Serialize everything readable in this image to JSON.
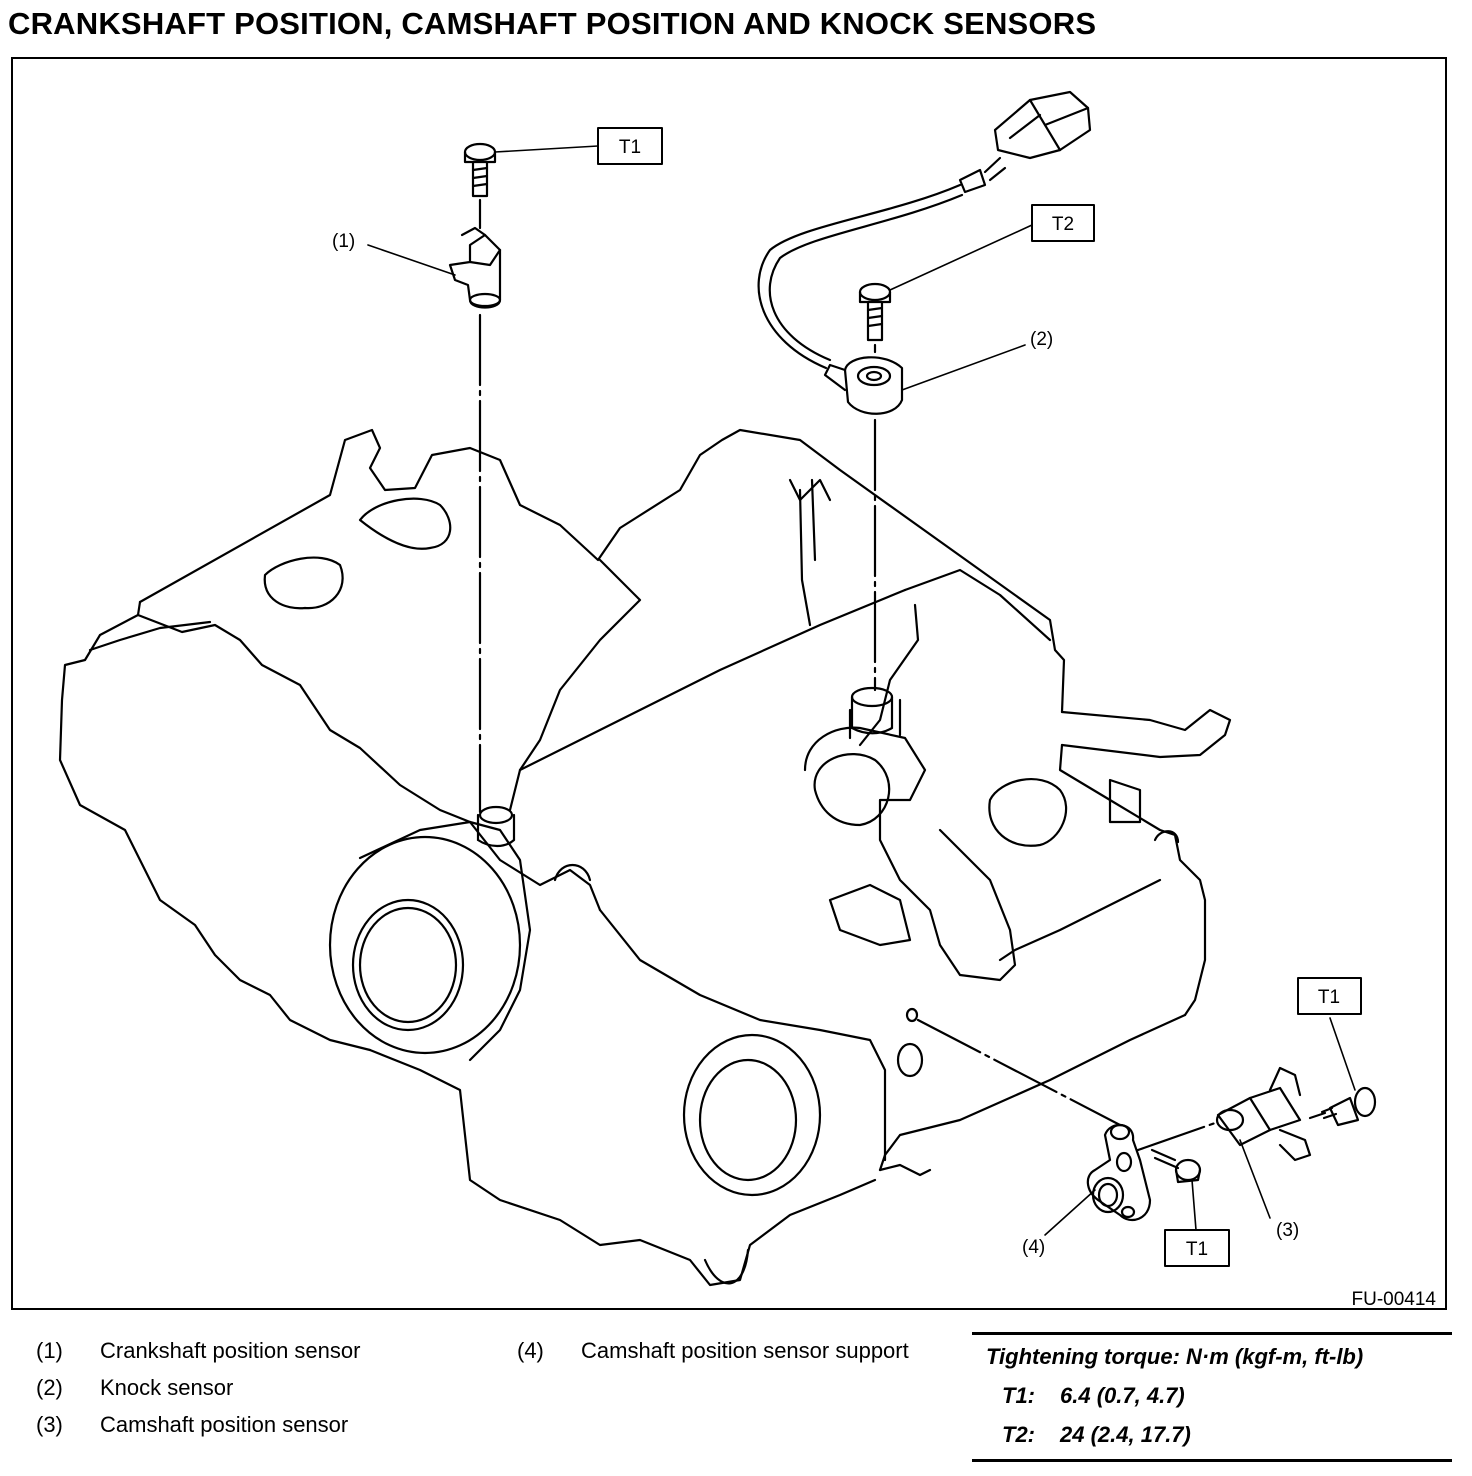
{
  "title": "CRANKSHAFT POSITION, CAMSHAFT POSITION AND KNOCK SENSORS",
  "figure_id": "FU-00414",
  "callouts": {
    "c1": "(1)",
    "c2": "(2)",
    "c3": "(3)",
    "c4": "(4)",
    "t1_top": "T1",
    "t2_top": "T2",
    "t1_right": "T1",
    "t1_bottom": "T1"
  },
  "legend": [
    {
      "num": "(1)",
      "label": "Crankshaft position sensor"
    },
    {
      "num": "(2)",
      "label": "Knock sensor"
    },
    {
      "num": "(3)",
      "label": "Camshaft position sensor"
    },
    {
      "num": "(4)",
      "label": "Camshaft position sensor support"
    }
  ],
  "torque": {
    "heading": "Tightening torque: N·m (kgf-m, ft-lb)",
    "rows": [
      {
        "key": "T1:",
        "value": "6.4 (0.7, 4.7)"
      },
      {
        "key": "T2:",
        "value": "24 (2.4, 17.7)"
      }
    ]
  }
}
